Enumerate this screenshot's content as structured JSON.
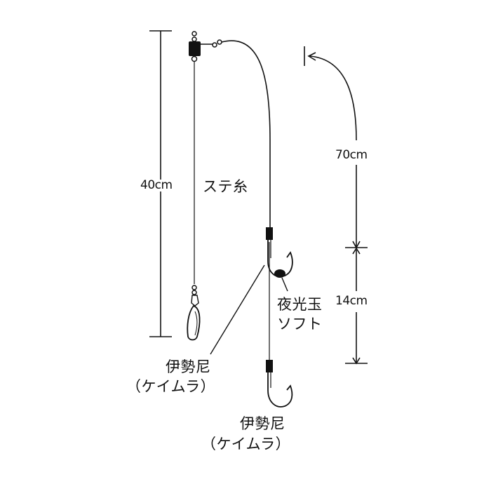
{
  "diagram": {
    "dimensions": {
      "main_line_length": "40cm",
      "upper_branch_length": "70cm",
      "lower_branch_length": "14cm"
    },
    "labels": {
      "sute_ito": "ステ糸",
      "luminous_bead_line1": "夜光玉",
      "luminous_bead_line2": "ソフト",
      "hook_upper_line1": "伊勢尼",
      "hook_upper_line2": "（ケイムラ）",
      "hook_lower_line1": "伊勢尼",
      "hook_lower_line2": "（ケイムラ）"
    },
    "colors": {
      "line": "#111111",
      "background": "#ffffff"
    }
  }
}
